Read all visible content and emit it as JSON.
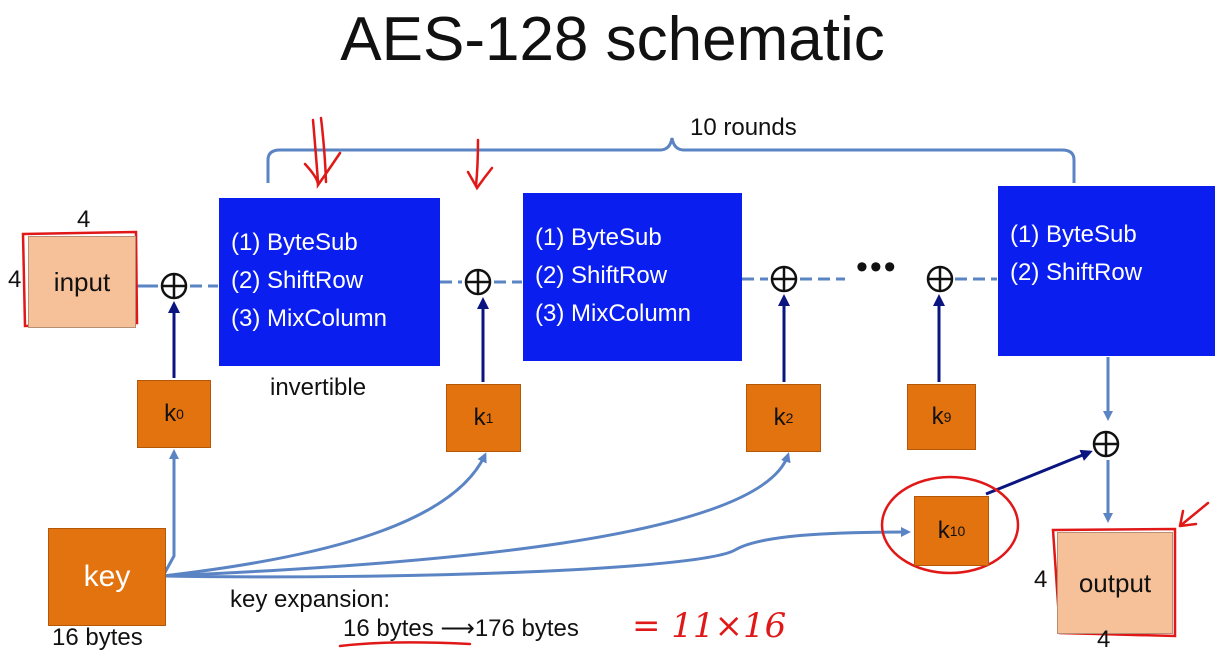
{
  "title": "AES-128 schematic",
  "rounds_label": "10 rounds",
  "round1": {
    "lines": [
      "(1)  ByteSub",
      "(2)  ShiftRow",
      "(3)  MixColumn"
    ]
  },
  "round2": {
    "lines": [
      "(1)  ByteSub",
      "(2)  ShiftRow",
      "(3)  MixColumn"
    ]
  },
  "round_last": {
    "lines": [
      "(1)  ByteSub",
      "(2)  ShiftRow"
    ]
  },
  "invertible_label": "invertible",
  "input_label": "input",
  "output_label": "output",
  "input_dims": {
    "top": "4",
    "left": "4"
  },
  "output_dims": {
    "left": "4",
    "bottom": "4"
  },
  "keys": [
    {
      "letter": "k",
      "sub": "0"
    },
    {
      "letter": "k",
      "sub": "1"
    },
    {
      "letter": "k",
      "sub": "2"
    },
    {
      "letter": "k",
      "sub": "9"
    },
    {
      "letter": "k",
      "sub": "10"
    }
  ],
  "dots": "•••",
  "key_label": "key",
  "key_size_label": "16 bytes",
  "key_expansion_label": "key expansion:",
  "key_expansion_from": "16 bytes",
  "key_expansion_arrow": "⟶",
  "key_expansion_to": "176 bytes",
  "handwritten_note": "= 11×16",
  "colors": {
    "round_box": "#0a1ef0",
    "key_box": "#e2730f",
    "data_box": "#f6c199",
    "wire": "#5b84c4",
    "key_arrow": "#0b1580",
    "ink": "#e01818"
  }
}
